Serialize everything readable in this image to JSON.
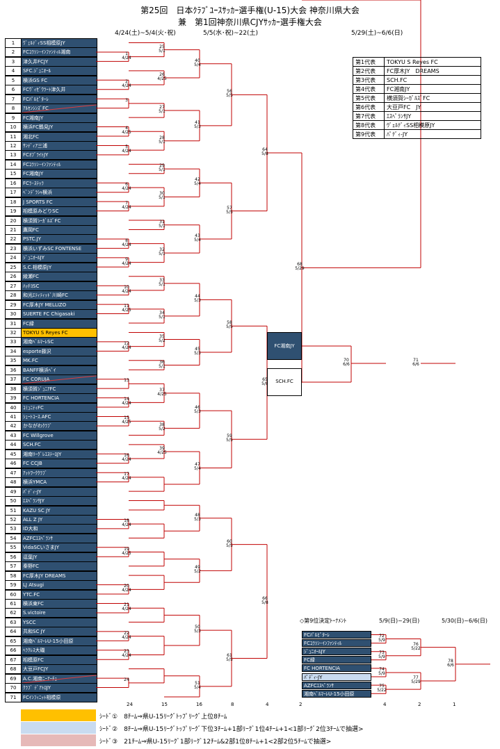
{
  "title1": "第25回　日本ｸﾗﾌﾞﾕｰｽｻｯｶｰ選手権(U-15)大会 神奈川県大会",
  "title2": "兼　第1回神奈川県CJYｻｯｶｰ選手権大会",
  "headers": [
    "4/24(土)~5/4(火･祝)",
    "5/5(水･祝)~22(土)",
    "5/29(土)~6/6(日)"
  ],
  "teams": [
    "ｳﾞｪﾙﾃﾞｨSS相模原JY",
    "FCｺﾗｿﾝ･ｲﾝﾌｧﾝﾃｨﾙ湘南",
    "津久井FCJY",
    "SFC.ｼﾞｭﾆｵｰﾙ",
    "横浜GS FC",
    "FCｳﾞｨｾﾞｳﾗｰﾄ津久井",
    "FCﾊﾟﾙﾋﾟﾀｰﾚ",
    "ｱﾙｾﾝｼﾝｽﾞFC",
    "FC湘南JY",
    "横浜FC鶴見JY",
    "湘北FC",
    "ｻﾝﾃﾞｨｱ三浦",
    "FCｵﾌﾞﾗｲﾄJY",
    "FCｺﾗｿﾝ･ｲﾝﾌｧﾝﾃｨﾙ",
    "FC湘南JY",
    "FCﾗ･ｽﾃｯﾗ",
    "ﾍﾞﾝﾃﾞﾗｼｬ横浜",
    "J SPORTS FC",
    "相模原みどりSC",
    "横須賀ｼｰｶﾞﾙｽﾞFC",
    "鷹岡FC",
    "PSTC.JY",
    "横浜いずみSC FONTENSE",
    "ｼﾞｭﾆｵｰﾙJY",
    "S.C.相模原JY",
    "綾瀬FC",
    "ﾊｯﾁﾖSC",
    "和光ｴﾃｨﾃｨｯﾄﾞ川崎FC",
    "FC厚木JY MELLIZO",
    "SUERTE FC Chigasaki",
    "FC緑",
    "TOKYU S Reyes FC",
    "湘南ﾍﾞﾙﾏｰﾚSC",
    "esporte藤沢",
    "MK.FC",
    "BANFF横浜ﾍﾞｲ",
    "FC CORUJA",
    "横須賀ｼﾞｭﾆｱFC",
    "FC HORTENCIA",
    "ｺﾐｭﾆﾃｨFC",
    "ｼｭｰﾄｺｰｽ.AFC",
    "かながわｸﾗﾌﾞ",
    "FC Willgrove",
    "SCH.FC",
    "湘南ﾘｰｸﾞﾚｴｽﾃｰﾛJY",
    "FC CCJB",
    "ｱｯﾄﾜｰｸｸﾗﾌﾞ",
    "横浜YMCA",
    "ﾊﾟﾃﾞｨ-JY",
    "ｴｽﾍﾟﾗﾝｻJY",
    "KAZU SC JY",
    "ALL Z JY",
    "ID大和",
    "AZFCｴｽﾍﾟﾗﾝｻ",
    "VidaSCいさまJY",
    "逗葉JY",
    "秦野FC",
    "FC厚木JY DREAMS",
    "LJ Atsugi",
    "YTC.FC",
    "横浜東FC",
    "S.victoire",
    "YSCC",
    "共和SC JY",
    "湘南ﾍﾞﾙﾏｰﾚU-15小田原",
    "ﾍﾗｸﾚｽ大磯",
    "相模原FC",
    "大豆戸FCJY",
    "A.C.湘南ﾆｰｱｰﾁｪ",
    "ｸﾗﾌﾞ ﾃﾞｱﾄﾛJY",
    "FCｲﾝﾌｨﾆｯﾄ相模原"
  ],
  "r1_labels": [
    {
      "n": "1",
      "d": "4/24"
    },
    {
      "n": "2",
      "d": "4/24"
    },
    {
      "n": "3",
      "d": ""
    },
    {
      "n": "4",
      "d": "4/25"
    },
    {
      "n": "5",
      "d": "4/24"
    },
    {
      "n": "6",
      "d": "4/24"
    },
    {
      "n": "7",
      "d": "4/24"
    },
    {
      "n": "8",
      "d": "4/24"
    },
    {
      "n": "9",
      "d": "4/24"
    },
    {
      "n": "10",
      "d": "4/24"
    },
    {
      "n": "11",
      "d": "4/25"
    },
    {
      "n": "12",
      "d": "4/24"
    },
    {
      "n": "13",
      "d": ""
    },
    {
      "n": "14",
      "d": "4/24"
    },
    {
      "n": "15",
      "d": "4/25"
    },
    {
      "n": "16",
      "d": "4/24"
    },
    {
      "n": "17",
      "d": "4/24"
    },
    {
      "n": "18",
      "d": "4/24"
    },
    {
      "n": "19",
      "d": "4/25"
    },
    {
      "n": "20",
      "d": "4/24"
    },
    {
      "n": "21",
      "d": "4/24"
    },
    {
      "n": "22",
      "d": "4/24"
    },
    {
      "n": "23",
      "d": "4/24"
    },
    {
      "n": "24",
      "d": ""
    }
  ],
  "r2_labels": [
    {
      "n": "25",
      "d": "5/1"
    },
    {
      "n": "26",
      "d": "4/25"
    },
    {
      "n": "27",
      "d": "5/1"
    },
    {
      "n": "28",
      "d": "5/1"
    },
    {
      "n": "29",
      "d": "5/1"
    },
    {
      "n": "30",
      "d": "5/1"
    },
    {
      "n": "31",
      "d": "5/1"
    },
    {
      "n": "32",
      "d": "5/1"
    },
    {
      "n": "33",
      "d": "5/1"
    },
    {
      "n": "34",
      "d": "5/1"
    },
    {
      "n": "35",
      "d": "5/2"
    },
    {
      "n": "36",
      "d": "5/1"
    },
    {
      "n": "37",
      "d": "4/25"
    },
    {
      "n": "38",
      "d": "5/2"
    },
    {
      "n": "39",
      "d": "4/25"
    }
  ],
  "r3_labels": [
    {
      "n": "40",
      "d": "5/4"
    },
    {
      "n": "41",
      "d": "5/3"
    },
    {
      "n": "42",
      "d": "5/4"
    },
    {
      "n": "43",
      "d": "5/4"
    },
    {
      "n": "44",
      "d": "5/3"
    },
    {
      "n": "45",
      "d": "5/3"
    },
    {
      "n": "46",
      "d": "5/3"
    },
    {
      "n": "47",
      "d": "5/4"
    },
    {
      "n": "48",
      "d": "5/3"
    },
    {
      "n": "49",
      "d": "5/2"
    },
    {
      "n": "50",
      "d": "5/3"
    },
    {
      "n": "51",
      "d": "5/4"
    },
    {
      "n": "52",
      "d": "5/3"
    },
    {
      "n": "53",
      "d": "5/4"
    },
    {
      "n": "54",
      "d": "5/4"
    },
    {
      "n": "55",
      "d": "5/3"
    }
  ],
  "r4_labels": [
    {
      "n": "56",
      "d": "5/5"
    },
    {
      "n": "57",
      "d": "5/5"
    },
    {
      "n": "58",
      "d": "5/5"
    },
    {
      "n": "59",
      "d": "5/5"
    },
    {
      "n": "60",
      "d": "5/5"
    },
    {
      "n": "61",
      "d": "5/5"
    },
    {
      "n": "62",
      "d": "5/5"
    },
    {
      "n": "63",
      "d": "5/5"
    }
  ],
  "r5_labels": [
    {
      "n": "64",
      "d": "5/8"
    },
    {
      "n": "65",
      "d": "5/8"
    },
    {
      "n": "66",
      "d": "5/8"
    },
    {
      "n": "67",
      "d": "5/8"
    }
  ],
  "r6_labels": [
    {
      "n": "68",
      "d": "5/29"
    },
    {
      "n": "69",
      "d": "5/29"
    }
  ],
  "final_labels": [
    {
      "n": "70",
      "d": "6/6"
    },
    {
      "n": "71",
      "d": "6/6"
    }
  ],
  "center_boxes": [
    "FC湘南JY",
    "SCH.FC"
  ],
  "qualifiers": [
    {
      "k": "第1代表",
      "v": "TOKYU S Reyes FC"
    },
    {
      "k": "第2代表",
      "v": "FC厚木JY　DREAMS"
    },
    {
      "k": "第3代表",
      "v": "SCH.FC"
    },
    {
      "k": "第4代表",
      "v": "FC湘南JY"
    },
    {
      "k": "第5代表",
      "v": "横須賀ｼｰｶﾞﾙｽﾞFC"
    },
    {
      "k": "第6代表",
      "v": "大豆戸FC　JY"
    },
    {
      "k": "第7代表",
      "v": "ｴｽﾍﾟﾗﾝｻJY"
    },
    {
      "k": "第8代表",
      "v": "ｳﾞｪﾙﾃﾞｨSS相模原JY"
    },
    {
      "k": "第9代表",
      "v": "ﾊﾟﾃﾞｨ-JY"
    }
  ],
  "ninth": {
    "title": "◇第9位決定ﾄｰﾅﾒﾝﾄ",
    "h1": "5/9(日)~29(日)",
    "h2": "5/30(日)~6/6(日)",
    "teams": [
      "FCﾊﾟﾙﾋﾟﾀｰﾚ",
      "FCｺﾗｿﾝ･ｲﾝﾌｧﾝﾃｨﾙ",
      "ｼﾞｭﾆｵｰﾙJY",
      "FC緑",
      "FC HORTENCIA",
      "ﾊﾟﾃﾞｨ-JY",
      "AZFCｴｽﾍﾟﾗﾝｻ",
      "湘南ﾍﾞﾙﾏｰﾚU-15小田原"
    ],
    "r1": [
      {
        "n": "72",
        "d": "5/9"
      },
      {
        "n": "73",
        "d": "5/9"
      },
      {
        "n": "74",
        "d": "5/9"
      },
      {
        "n": "75",
        "d": "5/22"
      }
    ],
    "r2": [
      {
        "n": "76",
        "d": "5/22"
      },
      {
        "n": "77",
        "d": "5/29"
      }
    ],
    "r3": [
      {
        "n": "78",
        "d": "6/6"
      }
    ],
    "counts": [
      "4",
      "2",
      "1"
    ]
  },
  "round_counts": [
    "24",
    "15",
    "16",
    "8",
    "4",
    "2"
  ],
  "legend": [
    {
      "color": "#ffc000",
      "text": "ｼｰﾄﾞ①　8ﾁｰﾑ⇒県U-15ﾘｰｸﾞﾄｯﾌﾟﾘｰｸﾞ上位8ﾁｰﾑ"
    },
    {
      "color": "#c9dbf0",
      "text": "ｼｰﾄﾞ②　8ﾁｰﾑ⇒県U-15ﾘｰｸﾞﾄｯﾌﾟﾘｰｸﾞ下位3ﾁｰﾑ+1部ﾘｰｸﾞ1位4ﾁｰﾑ+1<1部ﾘｰｸﾞ2位3ﾁｰﾑで抽選>"
    },
    {
      "color": "#e6b9b8",
      "text": "ｼｰﾄﾞ③　21ﾁｰﾑ⇒県U-15ﾘｰｸﾞ1部ﾘｰｸﾞ12ﾁｰﾑ&2部1位8ﾁｰﾑ+1<2部2位5ﾁｰﾑで抽選>"
    }
  ]
}
